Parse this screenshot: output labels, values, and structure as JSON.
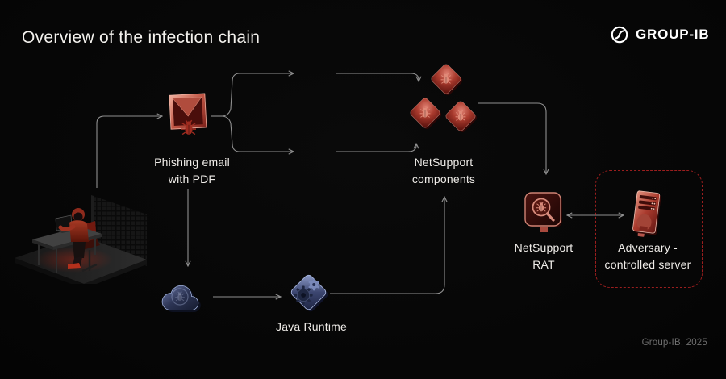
{
  "title": "Overview of the infection chain",
  "brand": {
    "name": "GROUP-IB",
    "icon": "group-ib-logo-icon"
  },
  "credit": "Group-IB, 2025",
  "colors": {
    "background": "#070707",
    "text_primary": "#efece8",
    "text_muted": "#6f6f6f",
    "arrow_line": "#8f8f8f",
    "malware_red": "#a93a2d",
    "dashed_border_red": "#9b1e1e",
    "java_blue": "#5c6da0"
  },
  "nodes": {
    "victim": {
      "icon": "hacker-at-desk-illustration"
    },
    "phishing_email": {
      "label_line1": "Phishing email",
      "label_line2": "with PDF",
      "icon": "envelope-bug-icon"
    },
    "netsupport_components": {
      "label_line1": "NetSupport",
      "label_line2": "components",
      "icon": "diamond-bug-icon",
      "icon_count": 3
    },
    "netsupport_rat": {
      "label_line1": "NetSupport",
      "label_line2": "RAT",
      "icon": "magnifier-bug-icon"
    },
    "adversary_server": {
      "label_line1": "Adversary -",
      "label_line2": "controlled server",
      "icon": "server-icon",
      "container": "dashed-red-box"
    },
    "downloader_cloud": {
      "icon": "cloud-bug-icon"
    },
    "java_runtime": {
      "label": "Java Runtime",
      "icon": "gears-diamond-icon"
    }
  },
  "edges": [
    {
      "from": "victim",
      "to": "phishing_email",
      "style": "arrow"
    },
    {
      "from": "phishing_email",
      "to": "netsupport_components",
      "style": "forked-two-arrows-with-gap"
    },
    {
      "from": "phishing_email",
      "to": "downloader_cloud",
      "style": "arrow"
    },
    {
      "from": "downloader_cloud",
      "to": "java_runtime",
      "style": "arrow"
    },
    {
      "from": "java_runtime",
      "to": "netsupport_components",
      "style": "arrow"
    },
    {
      "from": "netsupport_components",
      "to": "netsupport_rat",
      "style": "arrow"
    },
    {
      "from": "netsupport_rat",
      "to": "adversary_server",
      "style": "double-arrow"
    }
  ]
}
